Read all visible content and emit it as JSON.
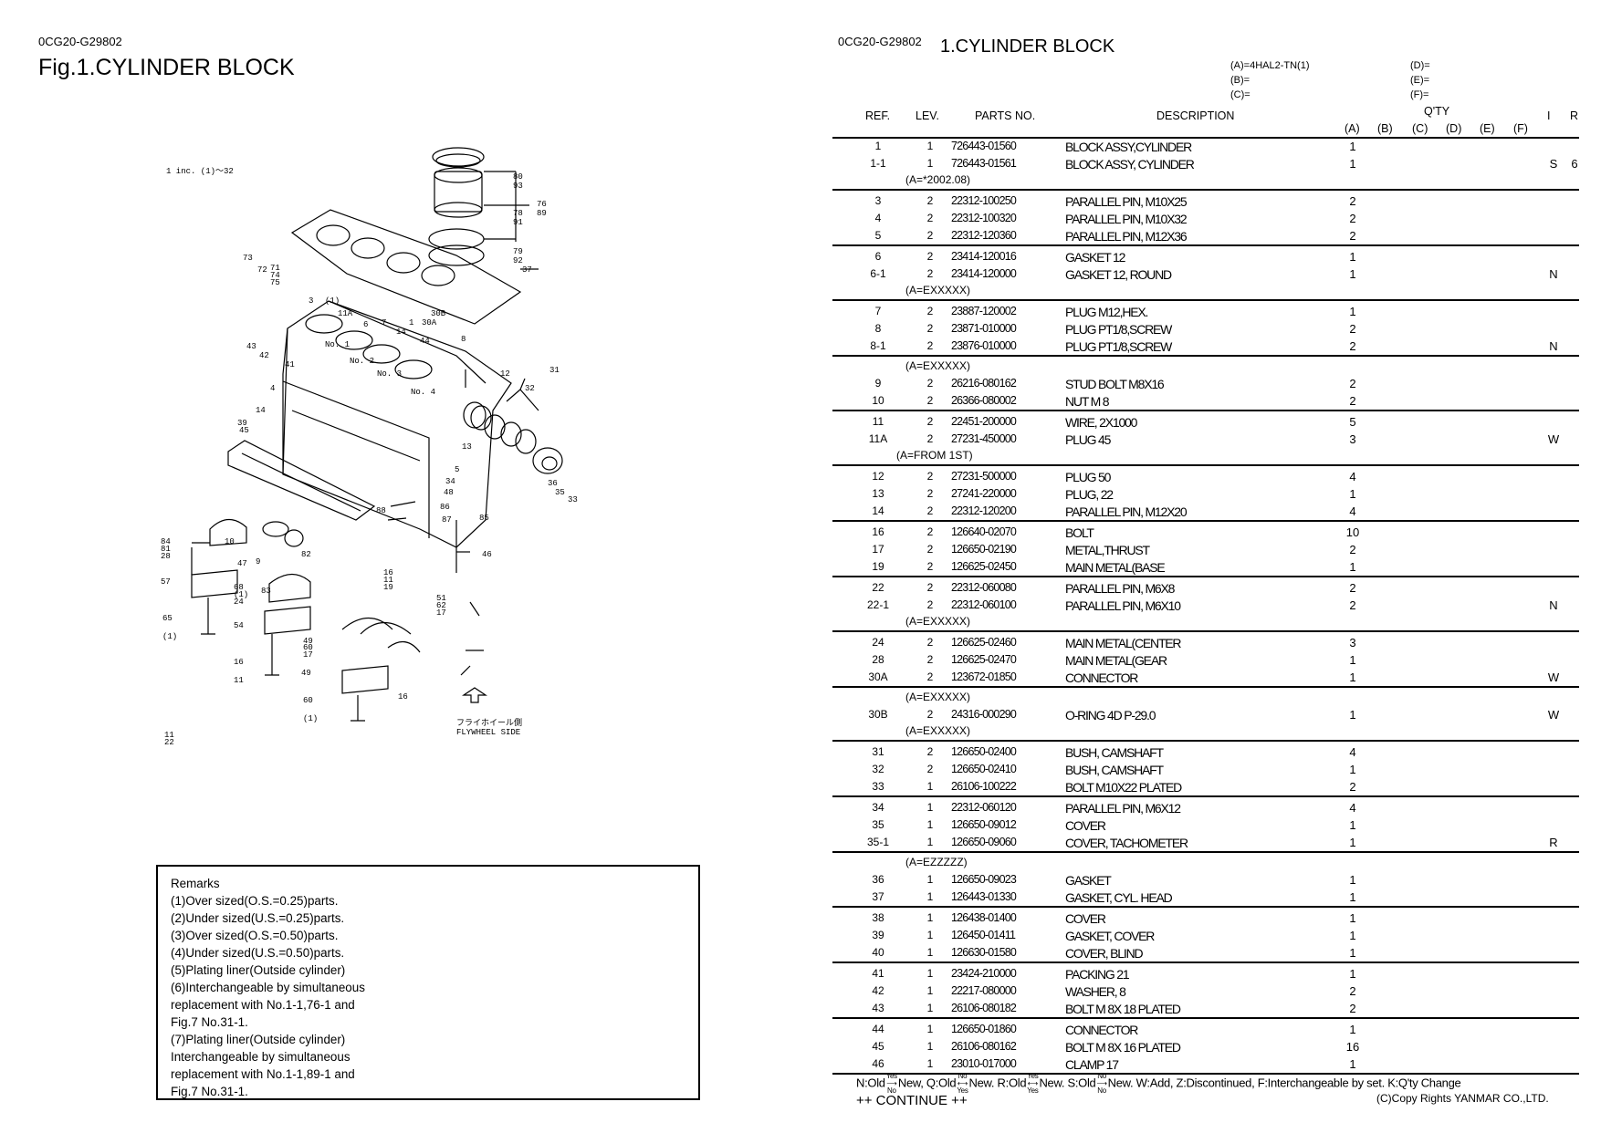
{
  "left": {
    "code": "0CG20-G29802",
    "title": "Fig.1.CYLINDER BLOCK",
    "diagram": {
      "include_note": "1 inc. (1)～32",
      "callouts": [
        "80",
        "93",
        "78",
        "91",
        "79",
        "92",
        "76",
        "89",
        "37",
        "73",
        "72",
        "71",
        "74",
        "75",
        "3",
        "(1)",
        "11A",
        "6",
        "7",
        "14",
        "1",
        "30A",
        "30B",
        "44",
        "8",
        "43",
        "42",
        "41",
        "No. 1",
        "No. 2",
        "No. 3",
        "No. 4",
        "12",
        "32",
        "31",
        "4",
        "14",
        "39",
        "45",
        "13",
        "5",
        "36",
        "35",
        "33",
        "34",
        "48",
        "86",
        "87",
        "88",
        "85",
        "46",
        "47",
        "10",
        "9",
        "82",
        "83",
        "84",
        "81",
        "28",
        "57",
        "68",
        "(1)",
        "24",
        "54",
        "65",
        "(1)",
        "16",
        "11",
        "16",
        "11",
        "19",
        "51",
        "62",
        "17",
        "49",
        "60",
        "17",
        "49",
        "60",
        "(1)",
        "16",
        "11",
        "22"
      ],
      "flywheel_jp": "フライホイール側",
      "flywheel_en": "FLYWHEEL SIDE"
    },
    "remarks": [
      "Remarks",
      "(1)Over sized(O.S.=0.25)parts.",
      "(2)Under sized(U.S.=0.25)parts.",
      "(3)Over sized(O.S.=0.50)parts.",
      "(4)Under sized(U.S.=0.50)parts.",
      "(5)Plating liner(Outside cylinder)",
      "(6)Interchangeable by simultaneous",
      "replacement with No.1-1,76-1 and",
      "Fig.7 No.31-1.",
      "(7)Plating liner(Outside cylinder)",
      "Interchangeable by simultaneous",
      "replacement with No.1-1,89-1 and",
      "Fig.7 No.31-1."
    ]
  },
  "right": {
    "code": "0CG20-G29802",
    "title": "1.CYLINDER BLOCK",
    "variants": [
      "(A)=4HAL2-TN(1)",
      "(B)=",
      "(C)=",
      "(D)=",
      "(E)=",
      "(F)="
    ],
    "headers": {
      "ref": "REF.",
      "lev": "LEV.",
      "pn": "PARTS NO.",
      "desc": "DESCRIPTION",
      "qty": "Q'TY",
      "i": "I",
      "r": "R",
      "cols": [
        "(A)",
        "(B)",
        "(C)",
        "(D)",
        "(E)",
        "(F)"
      ]
    },
    "groups": [
      {
        "rows": [
          [
            "1",
            "1",
            "726443-01560",
            "BLOCK ASSY,CYLINDER",
            "1",
            "",
            ""
          ],
          [
            "1-1",
            "1",
            "726443-01561",
            "BLOCK ASSY, CYLINDER",
            "1",
            "S",
            "6"
          ]
        ],
        "note_after": "(A=*2002.08)"
      },
      {
        "rows": [
          [
            "3",
            "2",
            "22312-100250",
            "PARALLEL PIN, M10X25",
            "2",
            "",
            ""
          ],
          [
            "4",
            "2",
            "22312-100320",
            "PARALLEL PIN, M10X32",
            "2",
            "",
            ""
          ],
          [
            "5",
            "2",
            "22312-120360",
            "PARALLEL PIN, M12X36",
            "2",
            "",
            ""
          ]
        ]
      },
      {
        "rows": [
          [
            "6",
            "2",
            "23414-120016",
            "GASKET 12",
            "1",
            "",
            ""
          ],
          [
            "6-1",
            "2",
            "23414-120000",
            "GASKET 12, ROUND",
            "1",
            "N",
            ""
          ]
        ],
        "note_after": "(A=EXXXXX)"
      },
      {
        "rows": [
          [
            "7",
            "2",
            "23887-120002",
            "PLUG M12,HEX.",
            "1",
            "",
            ""
          ],
          [
            "8",
            "2",
            "23871-010000",
            "PLUG PT1/8,SCREW",
            "2",
            "",
            ""
          ],
          [
            "8-1",
            "2",
            "23876-010000",
            "PLUG PT1/8,SCREW",
            "2",
            "N",
            ""
          ]
        ]
      },
      {
        "note_before": "(A=EXXXXX)",
        "rows": [
          [
            "9",
            "2",
            "26216-080162",
            "STUD BOLT M8X16",
            "2",
            "",
            ""
          ],
          [
            "10",
            "2",
            "26366-080002",
            "NUT M 8",
            "2",
            "",
            ""
          ]
        ]
      },
      {
        "rows": [
          [
            "11",
            "2",
            "22451-200000",
            "WIRE, 2X1000",
            "5",
            "",
            ""
          ],
          [
            "11A",
            "2",
            "27231-450000",
            "PLUG 45",
            "3",
            "W",
            ""
          ]
        ],
        "note_after": "(A=FROM 1ST)",
        "note_shift": true
      },
      {
        "rows": [
          [
            "12",
            "2",
            "27231-500000",
            "PLUG 50",
            "4",
            "",
            ""
          ],
          [
            "13",
            "2",
            "27241-220000",
            "PLUG, 22",
            "1",
            "",
            ""
          ],
          [
            "14",
            "2",
            "22312-120200",
            "PARALLEL PIN, M12X20",
            "4",
            "",
            ""
          ]
        ]
      },
      {
        "rows": [
          [
            "16",
            "2",
            "126640-02070",
            "BOLT",
            "10",
            "",
            ""
          ],
          [
            "17",
            "2",
            "126650-02190",
            "METAL,THRUST",
            "2",
            "",
            ""
          ],
          [
            "19",
            "2",
            "126625-02450",
            "MAIN METAL(BASE",
            "1",
            "",
            ""
          ]
        ]
      },
      {
        "rows": [
          [
            "22",
            "2",
            "22312-060080",
            "PARALLEL PIN, M6X8",
            "2",
            "",
            ""
          ],
          [
            "22-1",
            "2",
            "22312-060100",
            "PARALLEL PIN, M6X10",
            "2",
            "N",
            ""
          ]
        ],
        "note_after": "(A=EXXXXX)"
      },
      {
        "rows": [
          [
            "24",
            "2",
            "126625-02460",
            "MAIN METAL(CENTER",
            "3",
            "",
            ""
          ],
          [
            "28",
            "2",
            "126625-02470",
            "MAIN METAL(GEAR",
            "1",
            "",
            ""
          ],
          [
            "30A",
            "2",
            "123672-01850",
            "CONNECTOR",
            "1",
            "W",
            ""
          ]
        ]
      },
      {
        "note_before": "(A=EXXXXX)",
        "rows": [
          [
            "30B",
            "2",
            "24316-000290",
            "O-RING 4D P-29.0",
            "1",
            "W",
            ""
          ]
        ],
        "note_after": "(A=EXXXXX)"
      },
      {
        "rows": [
          [
            "31",
            "2",
            "126650-02400",
            "BUSH, CAMSHAFT",
            "4",
            "",
            ""
          ],
          [
            "32",
            "2",
            "126650-02410",
            "BUSH, CAMSHAFT",
            "1",
            "",
            ""
          ],
          [
            "33",
            "1",
            "26106-100222",
            "BOLT M10X22 PLATED",
            "2",
            "",
            ""
          ]
        ]
      },
      {
        "rows": [
          [
            "34",
            "1",
            "22312-060120",
            "PARALLEL PIN, M6X12",
            "4",
            "",
            ""
          ],
          [
            "35",
            "1",
            "126650-09012",
            "COVER",
            "1",
            "",
            ""
          ],
          [
            "35-1",
            "1",
            "126650-09060",
            "COVER, TACHOMETER",
            "1",
            "R",
            ""
          ]
        ]
      },
      {
        "note_before": "(A=EZZZZZ)",
        "rows": [
          [
            "36",
            "1",
            "126650-09023",
            "GASKET",
            "1",
            "",
            ""
          ],
          [
            "37",
            "1",
            "126443-01330",
            "GASKET, CYL. HEAD",
            "1",
            "",
            ""
          ]
        ]
      },
      {
        "rows": [
          [
            "38",
            "1",
            "126438-01400",
            "COVER",
            "1",
            "",
            ""
          ],
          [
            "39",
            "1",
            "126450-01411",
            "GASKET, COVER",
            "1",
            "",
            ""
          ],
          [
            "40",
            "1",
            "126630-01580",
            "COVER, BLIND",
            "1",
            "",
            ""
          ]
        ]
      },
      {
        "rows": [
          [
            "41",
            "1",
            "23424-210000",
            "PACKING 21",
            "1",
            "",
            ""
          ],
          [
            "42",
            "1",
            "22217-080000",
            "WASHER,  8",
            "2",
            "",
            ""
          ],
          [
            "43",
            "1",
            "26106-080182",
            "BOLT M 8X 18 PLATED",
            "2",
            "",
            ""
          ]
        ]
      },
      {
        "rows": [
          [
            "44",
            "1",
            "126650-01860",
            "CONNECTOR",
            "1",
            "",
            ""
          ],
          [
            "45",
            "1",
            "26106-080162",
            "BOLT M 8X 16 PLATED",
            "16",
            "",
            ""
          ],
          [
            "46",
            "1",
            "23010-017000",
            "CLAMP 17",
            "1",
            "",
            ""
          ]
        ]
      }
    ],
    "legend": {
      "n": "N:Old",
      "n_new": "New,",
      "q": "Q:Old",
      "q_new": "New.",
      "r": "R:Old",
      "r_new": "New.",
      "s": "S:Old",
      "s_new": "New.",
      "rest": "W:Add, Z:Discontinued, F:Interchangeable by set. K:Q'ty Change",
      "yes": "Yes",
      "no": "No"
    },
    "continue": "++ CONTINUE ++",
    "copyright": "(C)Copy Rights YANMAR CO.,LTD."
  }
}
